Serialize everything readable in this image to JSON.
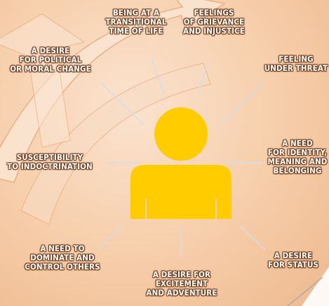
{
  "colors": {
    "figure": "#ffcc00",
    "ray": "#cfe0ea",
    "label_text": "#ffffff",
    "label_outline": "#6d3514",
    "background": "#f6cda9"
  },
  "figure_icon": "person-silhouette-icon",
  "labels": {
    "transitional": [
      "BEING AT A",
      "TRANSITIONAL",
      "TIME OF LIFE"
    ],
    "grievance": [
      "FEELINGS",
      "OF GRIEVANCE",
      "AND INJUSTICE"
    ],
    "political": [
      "A DESIRE",
      "FOR POLITICAL",
      "OR MORAL CHANGE"
    ],
    "threat": [
      "FEELING",
      "UNDER THREAT"
    ],
    "indoctrination": [
      "SUSCEPTIBILITY",
      "TO INDOCTRINATION"
    ],
    "identity": [
      "A NEED",
      "FOR IDENTITY,",
      "MEANING AND",
      "BELONGING"
    ],
    "dominate": [
      "A NEED TO",
      "DOMINATE AND",
      "CONTROL OTHERS"
    ],
    "status": [
      "A DESIRE",
      "FOR STATUS"
    ],
    "excitement": [
      "A DESIRE FOR",
      "EXCITEMENT",
      "AND ADVENTURE"
    ]
  }
}
